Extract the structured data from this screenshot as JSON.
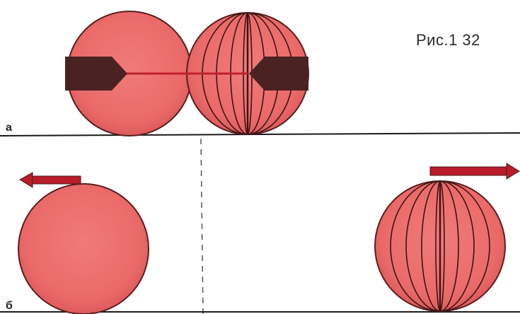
{
  "figure": {
    "caption": "Рис.1 32",
    "panel_a_label": "а",
    "panel_b_label": "б",
    "colors": {
      "ball_fill": "#ec6f6e",
      "ball_outline": "#5b1e1e",
      "arrow_dark": "#4a2222",
      "arrow_red": "#b81c2a",
      "surface": "#1a1a1a",
      "dashed_line": "#555555"
    }
  }
}
